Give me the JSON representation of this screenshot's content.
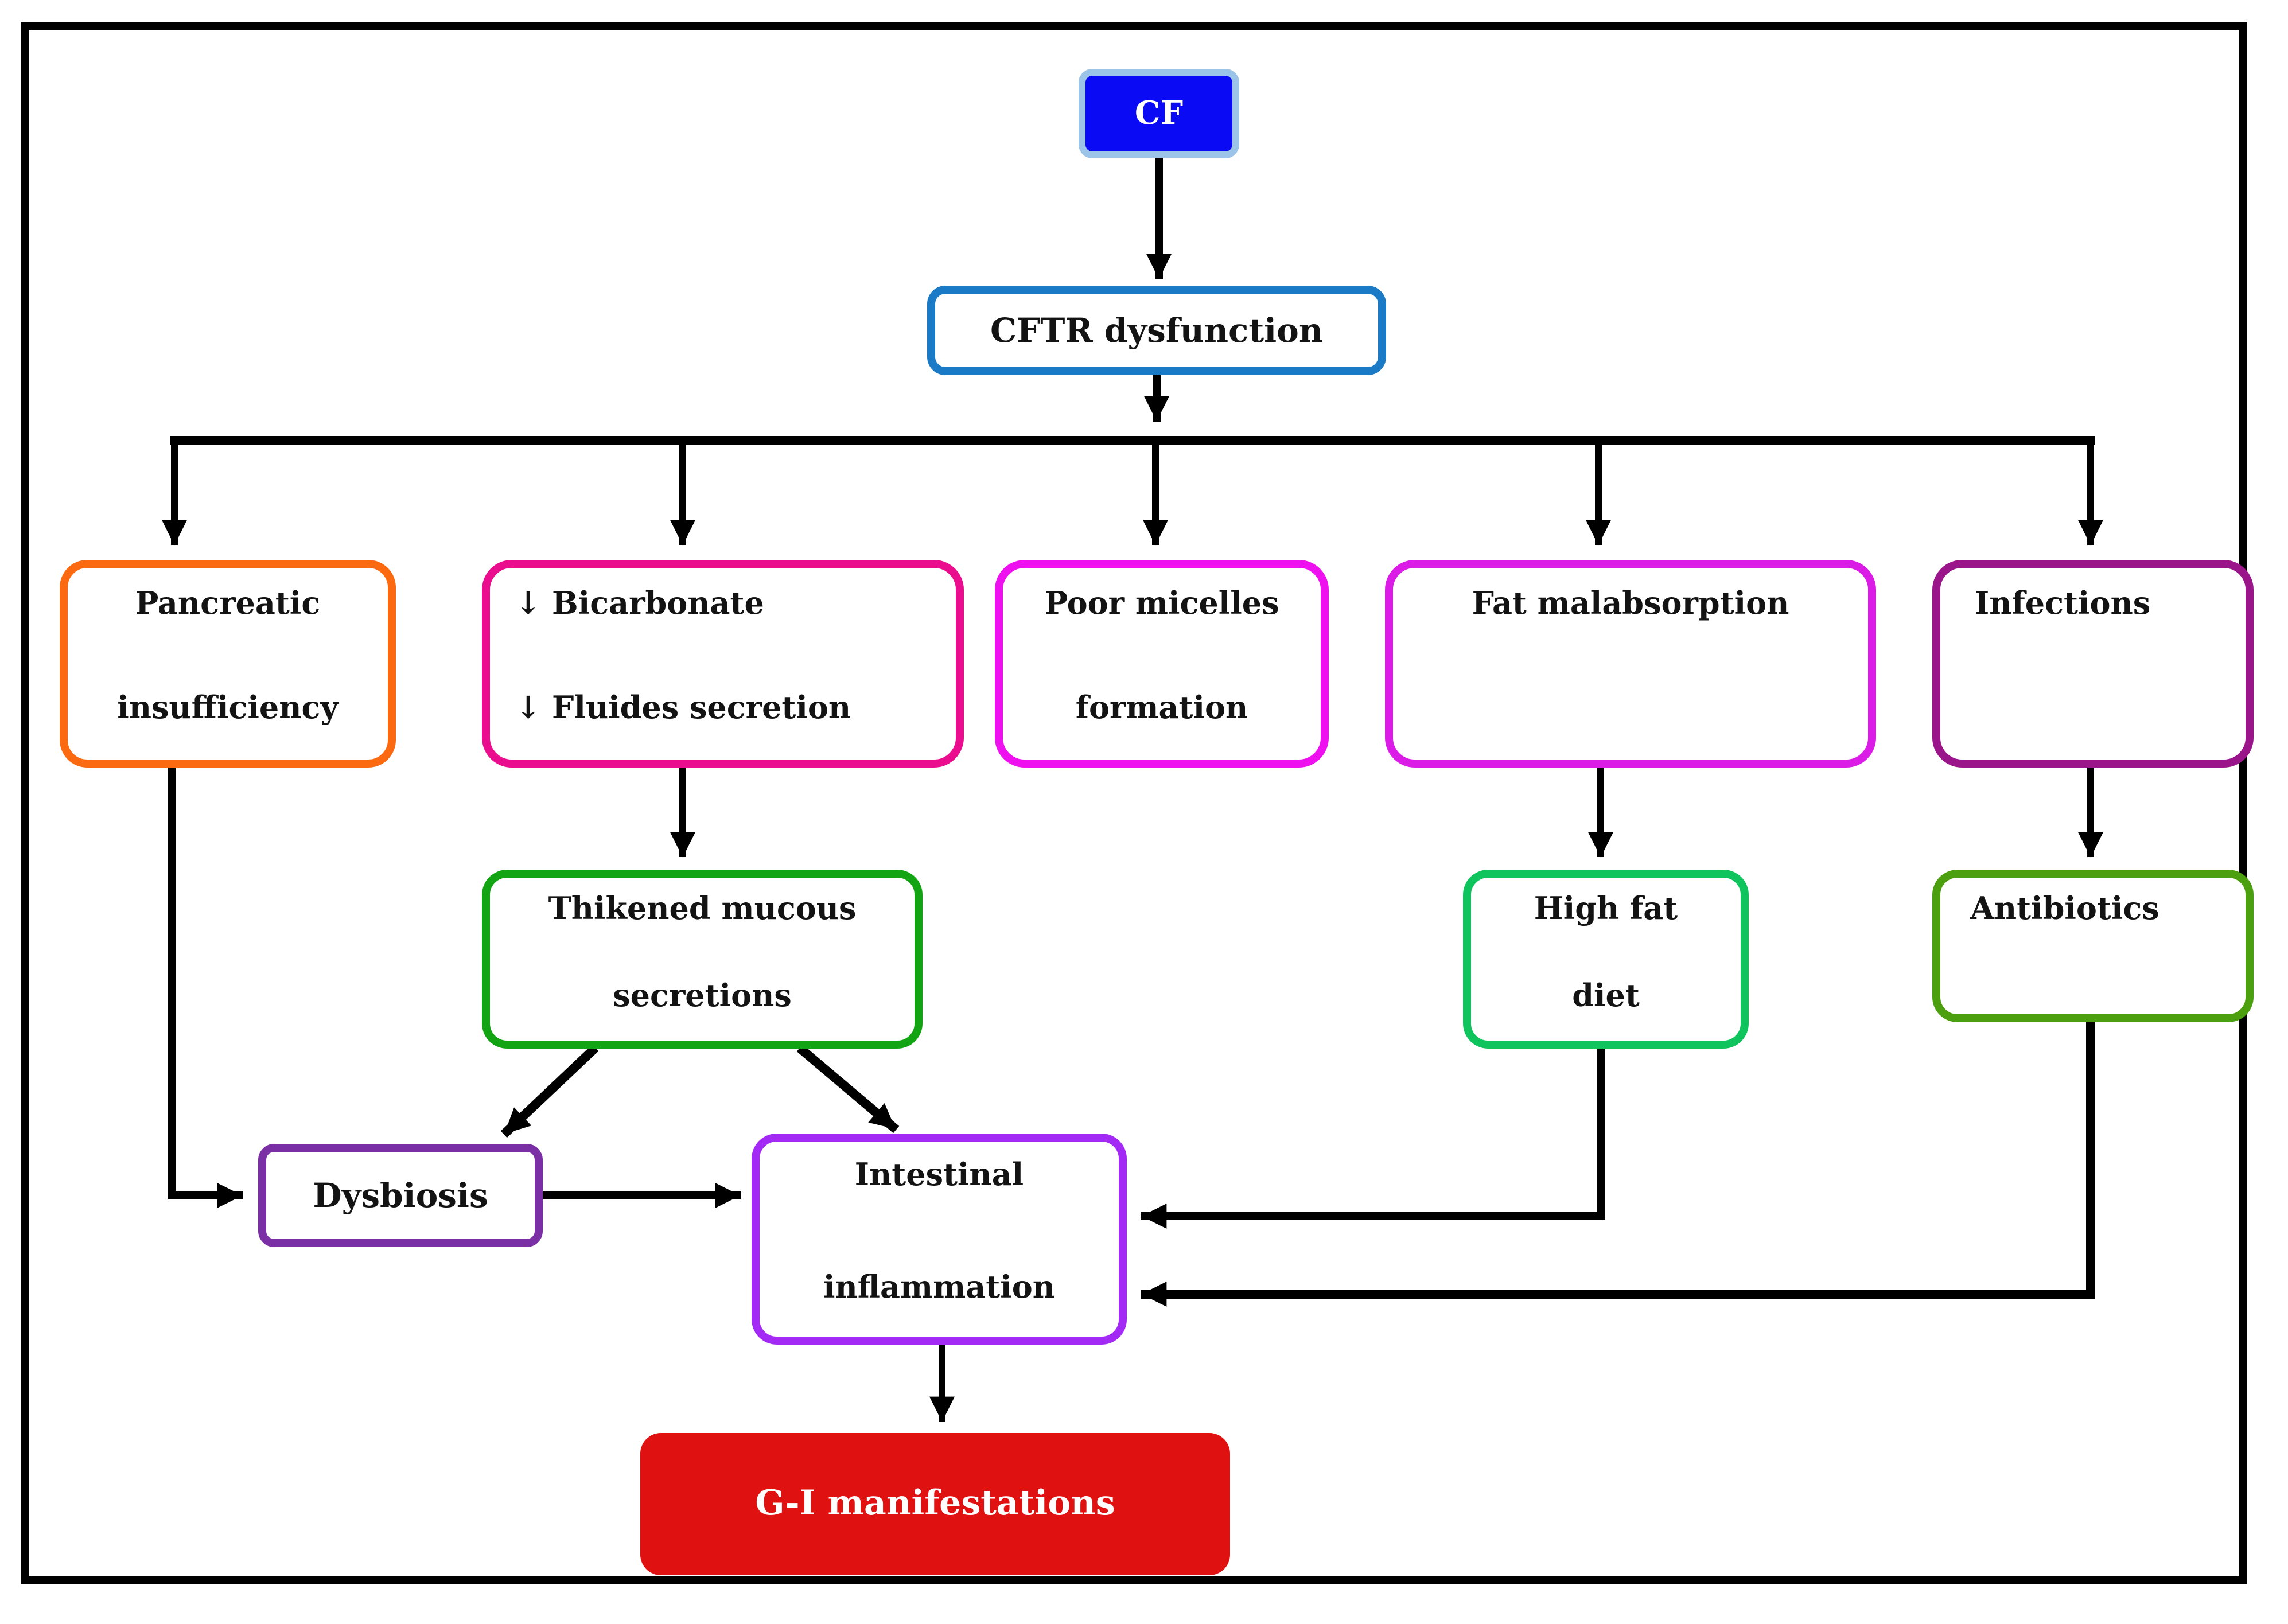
{
  "nodes": {
    "cf": {
      "label": "CF"
    },
    "cftr": {
      "label": "CFTR dysfunction"
    },
    "pancreatic": {
      "lines": [
        "Pancreatic",
        "insufficiency"
      ]
    },
    "bicarbonate": {
      "lines": [
        "↓ Bicarbonate",
        "↓ Fluides secretion"
      ]
    },
    "micelles": {
      "lines": [
        "Poor micelles",
        "formation"
      ]
    },
    "fat_malabsorption": {
      "label": "Fat malabsorption"
    },
    "infections": {
      "label": "Infections"
    },
    "mucous": {
      "lines": [
        "Thikened mucous",
        "secretions"
      ]
    },
    "high_fat": {
      "lines": [
        "High fat",
        "diet"
      ]
    },
    "antibiotics": {
      "label": "Antibiotics"
    },
    "dysbiosis": {
      "label": "Dysbiosis"
    },
    "intestinal": {
      "lines": [
        "Intestinal",
        "inflammation"
      ]
    },
    "gi": {
      "label": "G-I manifestations"
    }
  },
  "colors": {
    "cf_fill": "#0a0af5",
    "cf_border": "#9cc3e8",
    "cf_text": "#ffffff",
    "cftr_border": "#1b7ac5",
    "pancreatic_border": "#fb6a11",
    "bicarbonate_border": "#ea0d8d",
    "micelles_border": "#ee10ee",
    "fat_malabsorption_border": "#da1ce6",
    "infections_border": "#9a1589",
    "mucous_border": "#12a412",
    "high_fat_border": "#10c45d",
    "antibiotics_border": "#4c9f0e",
    "dysbiosis_border": "#7b2fa5",
    "intestinal_border": "#a32af5",
    "gi_fill": "#e01111",
    "gi_text": "#ffffff",
    "line": "#000000",
    "frame": "#000000",
    "text": "#131313"
  }
}
